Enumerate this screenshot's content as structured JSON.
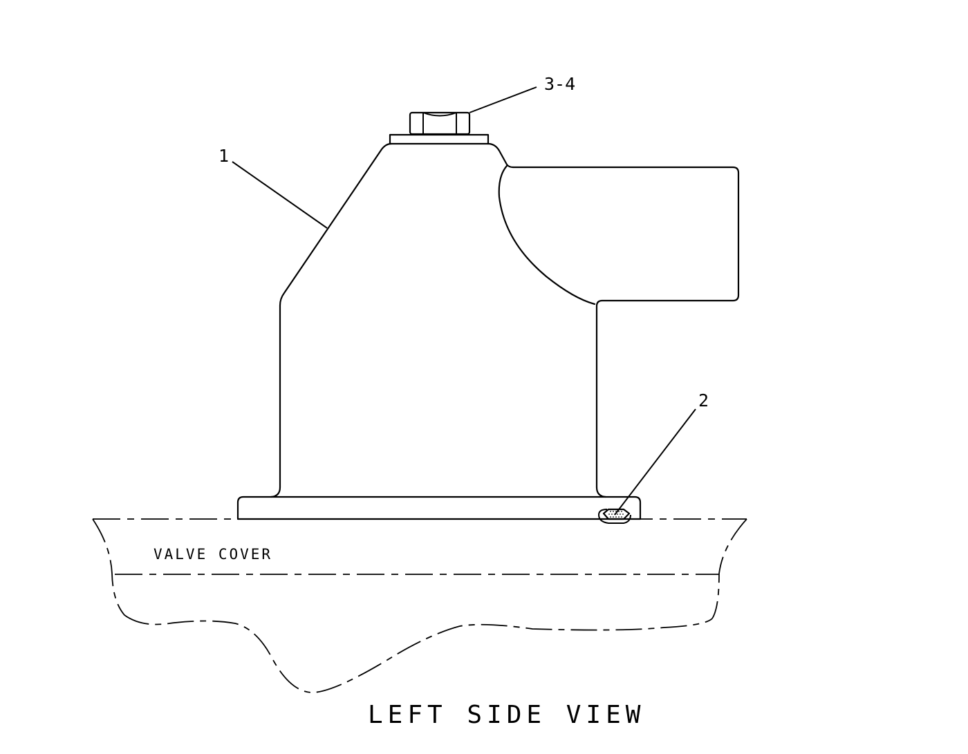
{
  "callouts": {
    "part1": "1",
    "part2": "2",
    "part3_4": "3-4"
  },
  "labels": {
    "valve_cover": "VALVE COVER",
    "view_title": "LEFT SIDE VIEW"
  }
}
